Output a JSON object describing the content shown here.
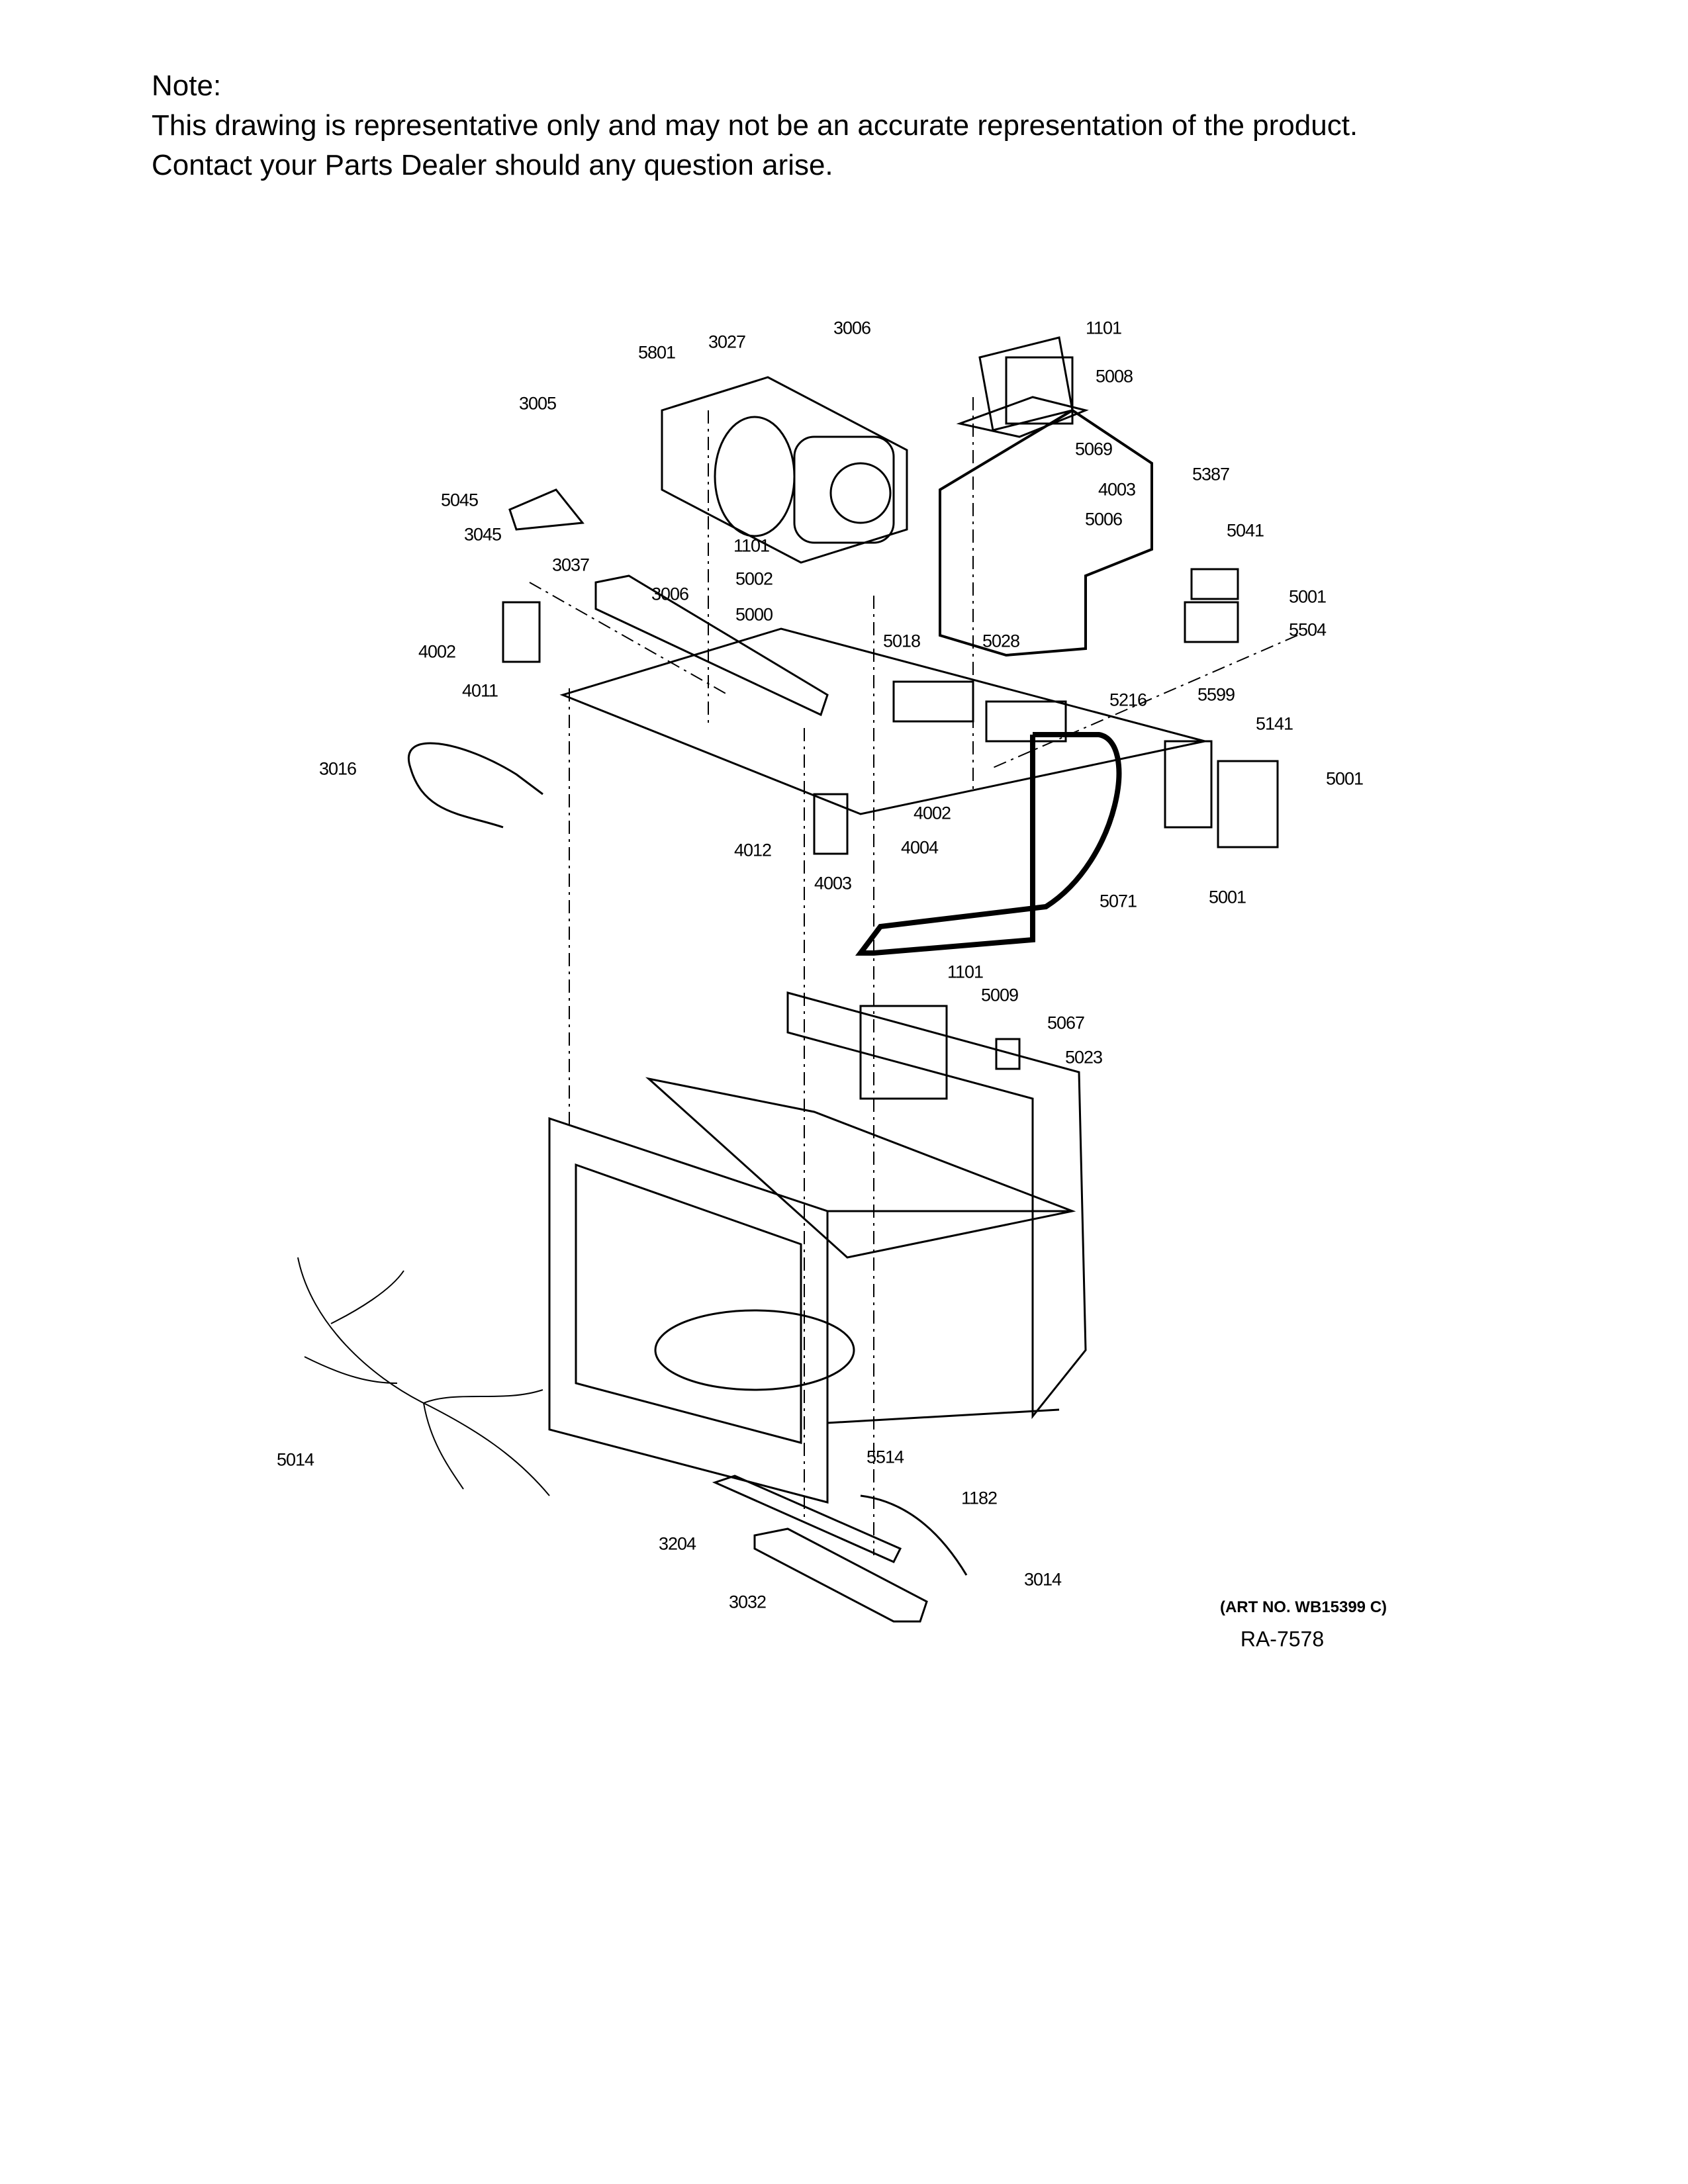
{
  "note": {
    "heading": "Note:",
    "line1": "This drawing is representative only and may not be an accurate representation of the product.",
    "line2": "Contact your Parts Dealer should any question arise."
  },
  "callouts": [
    "5801",
    "3027",
    "3006",
    "1101",
    "5008",
    "3005",
    "5069",
    "4003",
    "5387",
    "5045",
    "3045",
    "5006",
    "5041",
    "1101",
    "3037",
    "5002",
    "3006",
    "5001",
    "5000",
    "5018",
    "5504",
    "5028",
    "4002",
    "4011",
    "5216",
    "5599",
    "5141",
    "3016",
    "5001",
    "4002",
    "4004",
    "4012",
    "4003",
    "5001",
    "5071",
    "1101",
    "5009",
    "5067",
    "5023",
    "5014",
    "5514",
    "1182",
    "3204",
    "3014",
    "3032"
  ],
  "art_number": "(ART NO. WB15399 C)",
  "ref_number": "RA-7578"
}
